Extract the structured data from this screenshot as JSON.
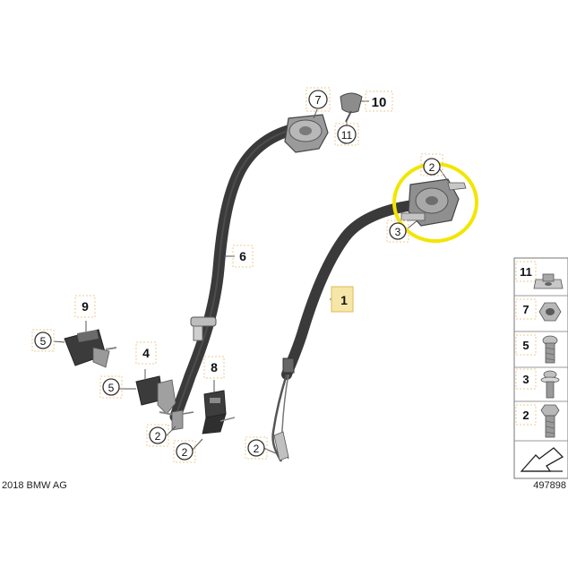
{
  "diagram": {
    "copyright": "2018 BMW AG",
    "diagram_number": "497898",
    "highlight_color": "#f2e600",
    "belt_color": "#3a3a3a",
    "part_labels": {
      "top_retractor_7": "7",
      "cover_10": "10",
      "clip_11": "11",
      "right_bolt_2": "2",
      "right_bolt_3": "3",
      "left_belt_6": "6",
      "right_belt_1": "1",
      "buckle_9": "9",
      "buckle_9_bolt_5": "5",
      "buckle_4": "4",
      "buckle_4_bolt_5": "5",
      "buckle_8": "8",
      "lower_bolt_2a": "2",
      "lower_bolt_2b": "2",
      "lower_bolt_2c": "2"
    },
    "hardware_panel": [
      {
        "label": "11",
        "icon": "clip-nut-icon"
      },
      {
        "label": "7",
        "icon": "hex-nut-icon"
      },
      {
        "label": "5",
        "icon": "torx-bolt-icon"
      },
      {
        "label": "3",
        "icon": "washer-bolt-icon"
      },
      {
        "label": "2",
        "icon": "hex-bolt-icon"
      },
      {
        "label": "",
        "icon": "arrow-icon"
      }
    ]
  }
}
